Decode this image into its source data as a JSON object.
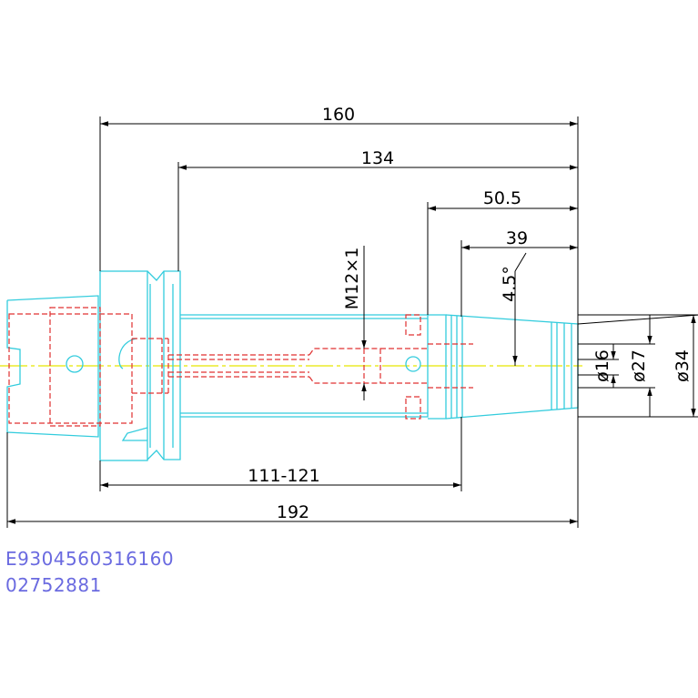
{
  "dimensions": {
    "d160": "160",
    "d134": "134",
    "d50_5": "50.5",
    "d39": "39",
    "angle": "4.5°",
    "thread": "M12×1",
    "range": "111-121",
    "d192": "192",
    "dia16": "ø16",
    "dia27": "ø27",
    "dia34": "ø34"
  },
  "codes": {
    "line1": "E9304560316160",
    "line2": "02752881"
  },
  "colors": {
    "outline": "#33ccdd",
    "hidden": "#e03030",
    "centerline": "#e8e800",
    "dimension": "#000000",
    "code_text": "#6a6ae0"
  }
}
